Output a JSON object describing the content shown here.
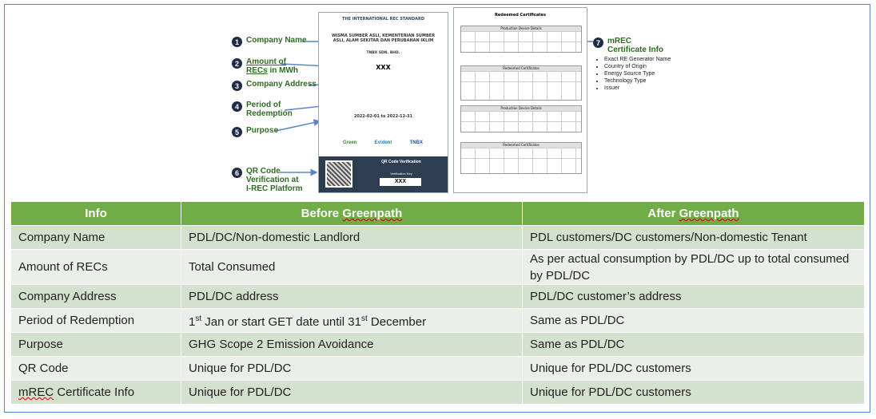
{
  "callouts": [
    {
      "n": "1",
      "label": "Company Name"
    },
    {
      "n": "2",
      "label": "Amount of RECs in MWh"
    },
    {
      "n": "3",
      "label": "Company Address"
    },
    {
      "n": "4",
      "label": "Period of Redemption"
    },
    {
      "n": "5",
      "label": "Purpose"
    },
    {
      "n": "6",
      "label": "QR Code Verification at I-REC Platform"
    },
    {
      "n": "7",
      "label": "mREC Certificate Info"
    }
  ],
  "certificate": {
    "org": "THE INTERNATIONAL REC STANDARD",
    "company": "WISMA SUMBER ASLI, KEMENTERIAN SUMBER ASLI, ALAM SEKITAR DAN PERUBAHAN IKLIM",
    "issuer_line": "TNBX SDN. BHD.",
    "amount": "XXX",
    "period": "2022-02-01 to 2022-12-31",
    "brands": [
      "Green",
      "Evident",
      "TNBX"
    ],
    "qr_title": "QR Code Verification",
    "verif_label": "Verification Key",
    "verif_value": "XXX"
  },
  "redeemed": {
    "title": "Redeemed Certificates",
    "section_a": "Production Device Details",
    "section_b": "Redeemed Certificates"
  },
  "mrec_info": [
    "Exact RE Generator Name",
    "Country of Origin",
    "Energy Source Type",
    "Technology Type",
    "Issuer"
  ],
  "table": {
    "headers": [
      "Info",
      "Before Greenpath",
      "After Greenpath"
    ],
    "rows": [
      [
        "Company Name",
        "PDL/DC/Non-domestic Landlord",
        "PDL customers/DC customers/Non-domestic Tenant"
      ],
      [
        "Amount of RECs",
        "Total Consumed",
        "As per actual consumption by PDL/DC up to total consumed by PDL/DC"
      ],
      [
        "Company Address",
        "PDL/DC address",
        "PDL/DC customer’s address"
      ],
      [
        "Period of Redemption",
        "1st Jan or start GET date until 31st December",
        "Same as PDL/DC"
      ],
      [
        "Purpose",
        "GHG Scope 2 Emission Avoidance",
        "Same as PDL/DC"
      ],
      [
        "QR Code",
        "Unique for PDL/DC",
        "Unique for PDL/DC customers"
      ],
      [
        "mREC Certificate Info",
        "Unique for PDL/DC",
        "Unique for PDL/DC customers"
      ]
    ]
  }
}
